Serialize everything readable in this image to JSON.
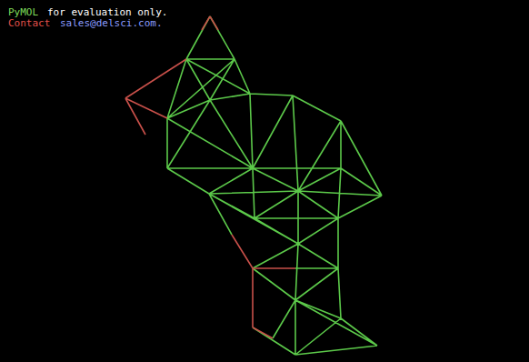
{
  "diagram": {
    "labels": [
      "PyMOL",
      "for evaluation only.",
      "Contact",
      "sales@delsci.com."
    ]
  }
}
